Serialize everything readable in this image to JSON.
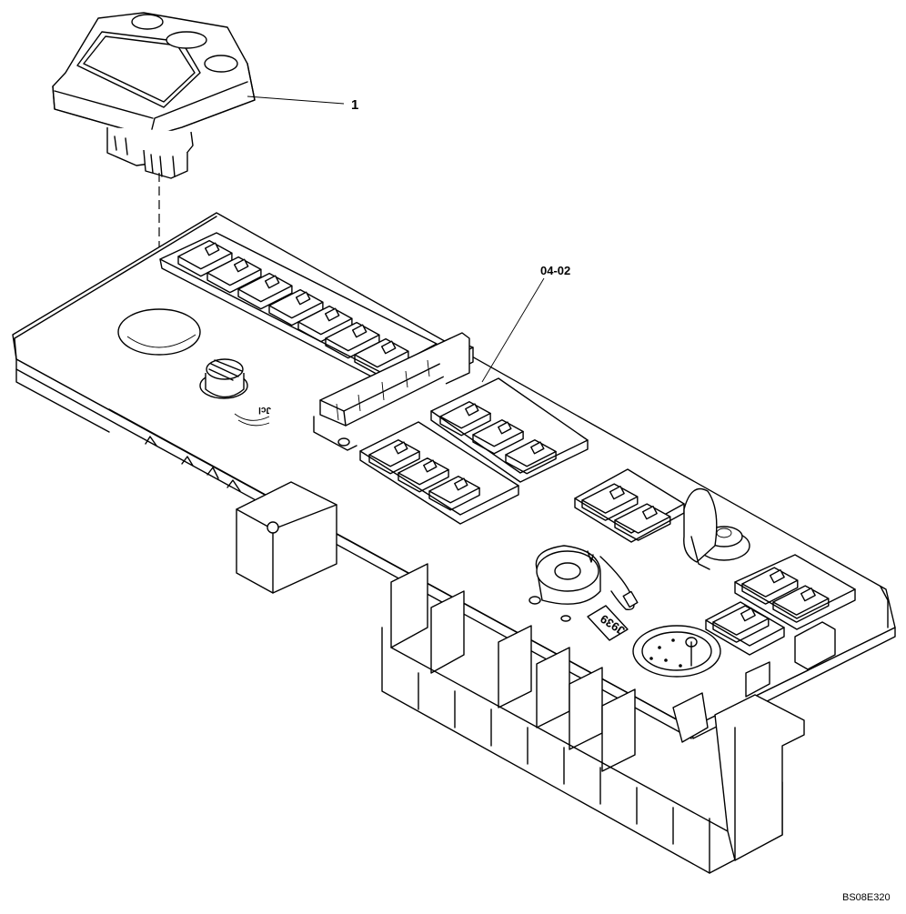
{
  "callouts": {
    "item_1": "1",
    "item_04_02": "04-02"
  },
  "panel_markings": {
    "connector_tag": "J939"
  },
  "drawing_ref": "BS08E320"
}
